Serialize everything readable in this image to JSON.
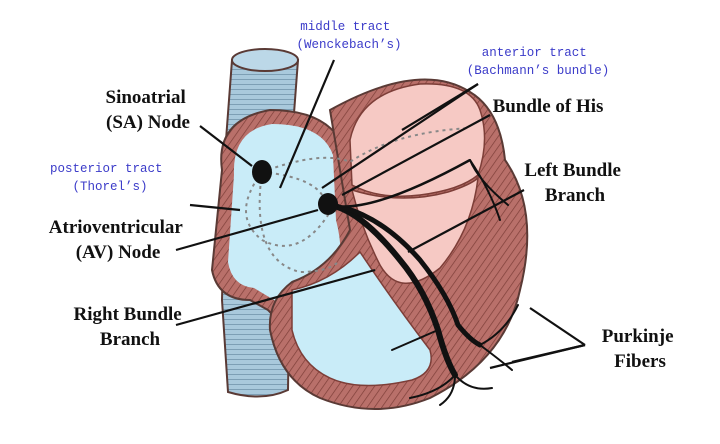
{
  "labels": {
    "sa_node": [
      "Sinoatrial",
      "(SA) Node"
    ],
    "av_node": [
      "Atrioventricular",
      "(AV) Node"
    ],
    "right_bundle": [
      "Right Bundle",
      "Branch"
    ],
    "bundle_his": "Bundle of His",
    "left_bundle": [
      "Left Bundle",
      "Branch"
    ],
    "purkinje": [
      "Purkinje",
      "Fibers"
    ],
    "middle_tract": [
      "middle tract",
      "(Wenckebach’s)"
    ],
    "anterior_tract": [
      "anterior tract",
      "(Bachmann’s bundle)"
    ],
    "posterior_tract": [
      "posterior tract",
      "(Thorel’s)"
    ]
  },
  "colors": {
    "vein": "#a9c9dc",
    "right_chamber": "#c9ecf8",
    "left_atrium": "#f6c9c4",
    "myocardium": "#b56c66",
    "conduction": "#111111",
    "tract_text": "#3b3bc9"
  }
}
